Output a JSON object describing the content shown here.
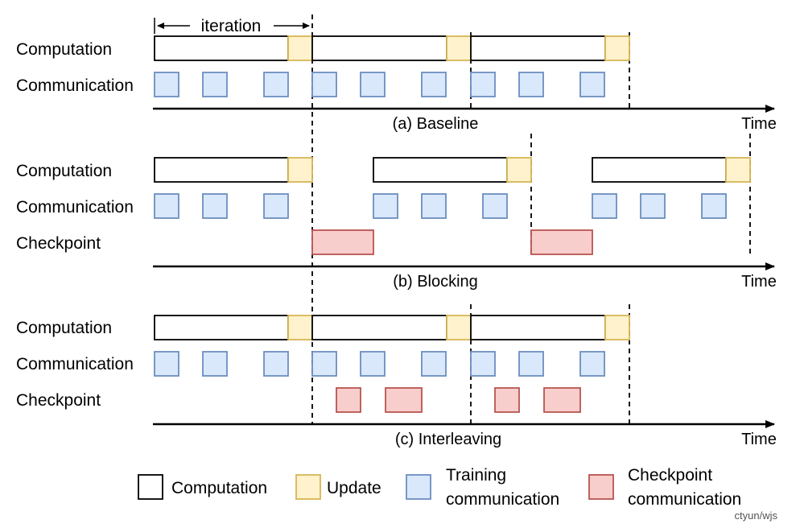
{
  "diagram": {
    "iteration_label": "iteration",
    "time_label": "Time",
    "colors": {
      "computation_fill": "#ffffff",
      "computation_stroke": "#000000",
      "update_fill": "#fff2cc",
      "update_stroke": "#d6b656",
      "training_comm_fill": "#dae8fc",
      "training_comm_stroke": "#6c8ebf",
      "checkpoint_fill": "#f8cecc",
      "checkpoint_stroke": "#b85450"
    },
    "panels": [
      {
        "id": "baseline",
        "caption": "(a) Baseline",
        "rows": [
          "Computation",
          "Communication"
        ]
      },
      {
        "id": "blocking",
        "caption": "(b) Blocking",
        "rows": [
          "Computation",
          "Communication",
          "Checkpoint"
        ]
      },
      {
        "id": "interleaving",
        "caption": "(c) Interleaving",
        "rows": [
          "Computation",
          "Communication",
          "Checkpoint"
        ]
      }
    ],
    "legend": [
      {
        "name": "computation",
        "label_lines": [
          "Computation"
        ]
      },
      {
        "name": "update",
        "label_lines": [
          "Update"
        ]
      },
      {
        "name": "training-communication",
        "label_lines": [
          "Training",
          "communication"
        ]
      },
      {
        "name": "checkpoint-communication",
        "label_lines": [
          "Checkpoint",
          "communication"
        ]
      }
    ]
  },
  "watermark": "ctyun/wjs"
}
